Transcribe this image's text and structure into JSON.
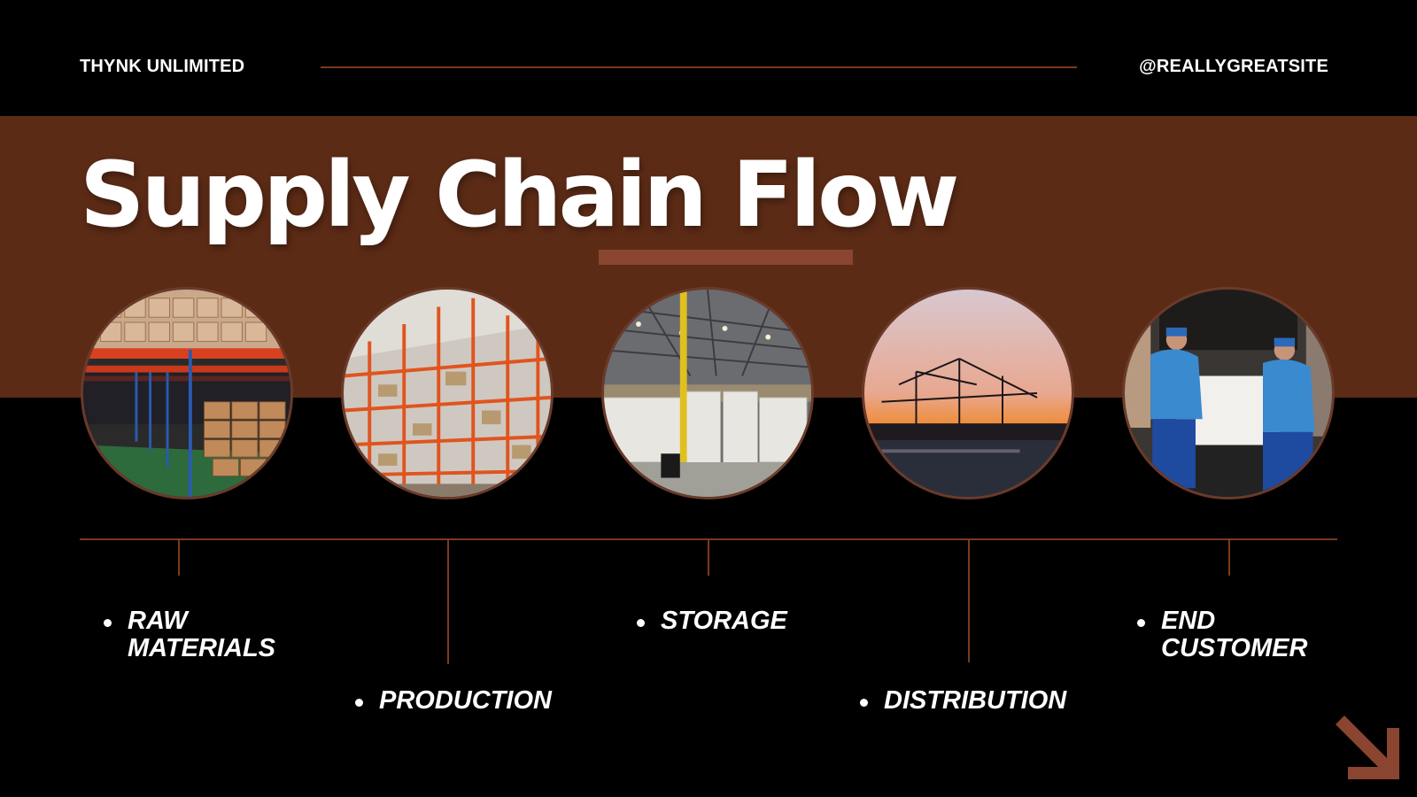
{
  "header": {
    "brand": "THYNK UNLIMITED",
    "handle": "@REALLYGREATSITE"
  },
  "title": "Supply Chain Flow",
  "colors": {
    "background": "#000000",
    "band": "#5c2b16",
    "accent": "#7a3a1e",
    "text": "#ffffff"
  },
  "stages": [
    {
      "label_line1": "RAW",
      "label_line2": "MATERIALS",
      "photo": "warehouse-mezzanine-boxes"
    },
    {
      "label_line1": "PRODUCTION",
      "label_line2": "",
      "photo": "orange-shelving-racks"
    },
    {
      "label_line1": "STORAGE",
      "label_line2": "",
      "photo": "warehouse-pallets"
    },
    {
      "label_line1": "DISTRIBUTION",
      "label_line2": "",
      "photo": "port-cranes-sunset"
    },
    {
      "label_line1": "END",
      "label_line2": "CUSTOMER",
      "photo": "movers-loading-van"
    }
  ],
  "corner_icon": "arrow-down-right-icon"
}
